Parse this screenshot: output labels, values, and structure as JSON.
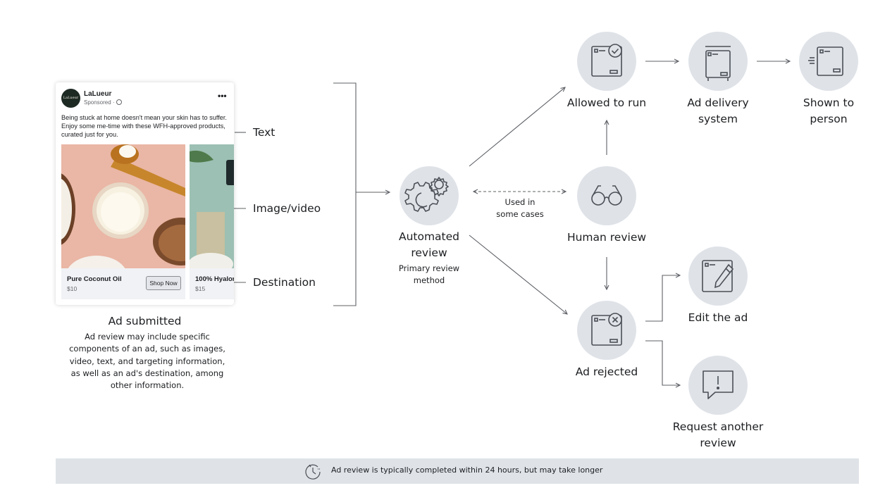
{
  "ad_card": {
    "brand": "LaLueur",
    "avatar_text": "LaLueur",
    "sponsored": "Sponsored · ",
    "more": "•••",
    "body": "Being stuck at home doesn't mean your skin has to suffer. Enjoy some me-time with these WFH-approved products, curated just for you.",
    "products": [
      {
        "title": "Pure Coconut Oil",
        "price": "$10",
        "cta": "Shop Now"
      },
      {
        "title": "100% Hyalor",
        "price": "$15"
      }
    ]
  },
  "callouts": {
    "text": "Text",
    "image_video": "Image/video",
    "destination": "Destination"
  },
  "ad_submitted": {
    "title": "Ad submitted",
    "description": "Ad review may include specific\ncomponents of an ad, such as images,\nvideo, text, and targeting information,\nas well as an ad's destination, among\nother information."
  },
  "nodes": {
    "automated_review": {
      "label": "Automated\nreview",
      "note": "Primary review\nmethod",
      "icon": "gears-icon"
    },
    "human_review": {
      "label": "Human review",
      "icon": "glasses-icon"
    },
    "used_in_some_cases": "Used in\nsome cases",
    "allowed_to_run": {
      "label": "Allowed to run",
      "icon": "ad-approved-icon"
    },
    "ad_delivery_system": {
      "label": "Ad delivery\nsystem",
      "icon": "ad-delivery-icon"
    },
    "shown_to_person": {
      "label": "Shown to\nperson",
      "icon": "ad-shown-icon"
    },
    "ad_rejected": {
      "label": "Ad rejected",
      "icon": "ad-rejected-icon"
    },
    "edit_the_ad": {
      "label": "Edit the ad",
      "icon": "edit-icon"
    },
    "request_another_review": {
      "label": "Request another\nreview",
      "icon": "speech-bubble-alert-icon"
    }
  },
  "footer": {
    "icon": "clock-icon",
    "text": "Ad review is typically completed within 24 hours, but may take longer"
  },
  "colors": {
    "node_fill": "#dfe3e8",
    "icon_stroke": "#4b4f56",
    "connector": "#5d6066",
    "footer_bg": "#dfe3e8"
  }
}
